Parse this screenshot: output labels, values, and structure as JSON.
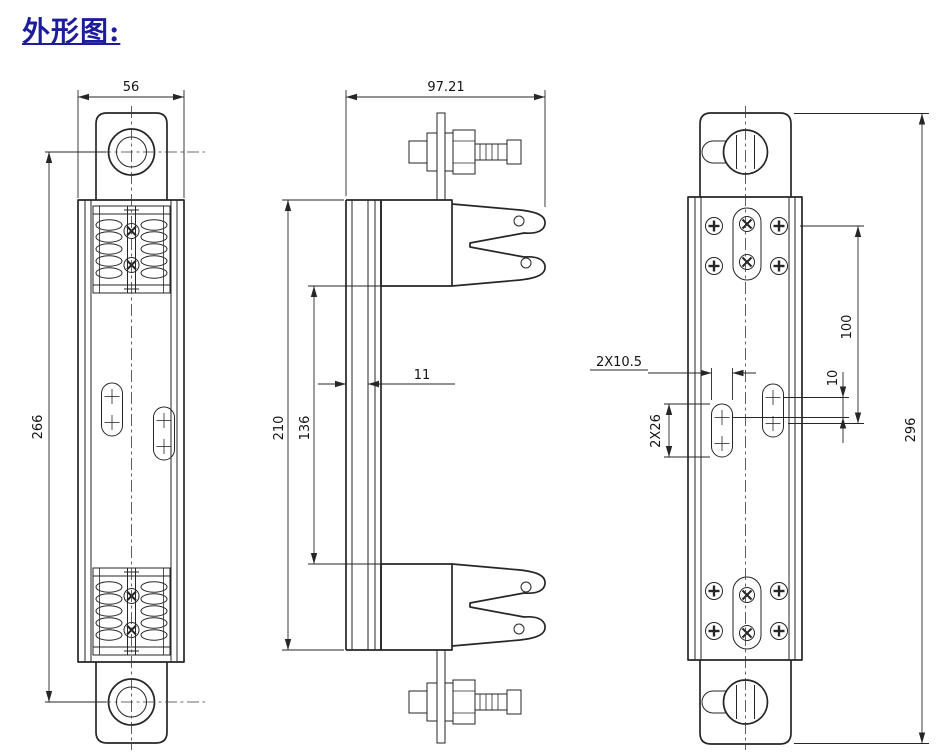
{
  "page": {
    "title": "外形图:",
    "title_color": "#1c1c9c",
    "line_color": "#262626",
    "background": "#ffffff"
  },
  "dims": {
    "front_width": "56",
    "front_hole_span": "266",
    "side_width": "97.21",
    "arm_outer_span": "210",
    "arm_inner_span": "136",
    "wall_thickness": "11",
    "slot_width": "2X10.5",
    "slot_length": "2X26",
    "screw_to_slot_span": "100",
    "slot_center_offset": "10",
    "overall_height": "296"
  }
}
